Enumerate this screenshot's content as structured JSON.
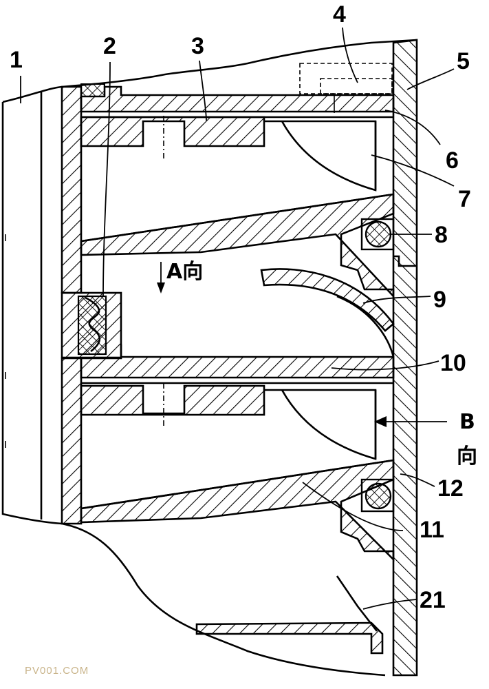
{
  "labels": {
    "n1": "1",
    "n2": "2",
    "n3": "3",
    "n4": "4",
    "n5": "5",
    "n6": "6",
    "n7": "7",
    "n8": "8",
    "n9": "9",
    "n10": "10",
    "n11": "11",
    "n12": "12",
    "n21": "21"
  },
  "direction_a": "A向",
  "direction_b_letter": "B",
  "direction_b_char": "向",
  "watermark": "PV001.COM"
}
